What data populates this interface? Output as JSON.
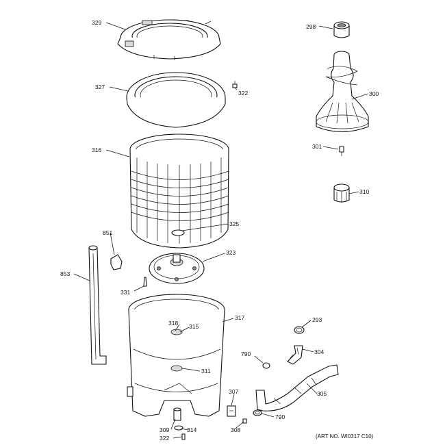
{
  "labels": [
    {
      "id": "329"
    },
    {
      "id": "298"
    },
    {
      "id": "300"
    },
    {
      "id": "327"
    },
    {
      "id": "322"
    },
    {
      "id": "316"
    },
    {
      "id": "301"
    },
    {
      "id": "310"
    },
    {
      "id": "325"
    },
    {
      "id": "851"
    },
    {
      "id": "323"
    },
    {
      "id": "853"
    },
    {
      "id": "331"
    },
    {
      "id": "317"
    },
    {
      "id": "318"
    },
    {
      "id": "315"
    },
    {
      "id": "293"
    },
    {
      "id": "790"
    },
    {
      "id": "304"
    },
    {
      "id": "311"
    },
    {
      "id": "307"
    },
    {
      "id": "305"
    },
    {
      "id": "790"
    },
    {
      "id": "309"
    },
    {
      "id": "314"
    },
    {
      "id": "308"
    },
    {
      "id": "322"
    }
  ],
  "art_number": "(ART NO. WI0317 C10)",
  "colors": {
    "line": "#111111",
    "background": "#ffffff"
  }
}
